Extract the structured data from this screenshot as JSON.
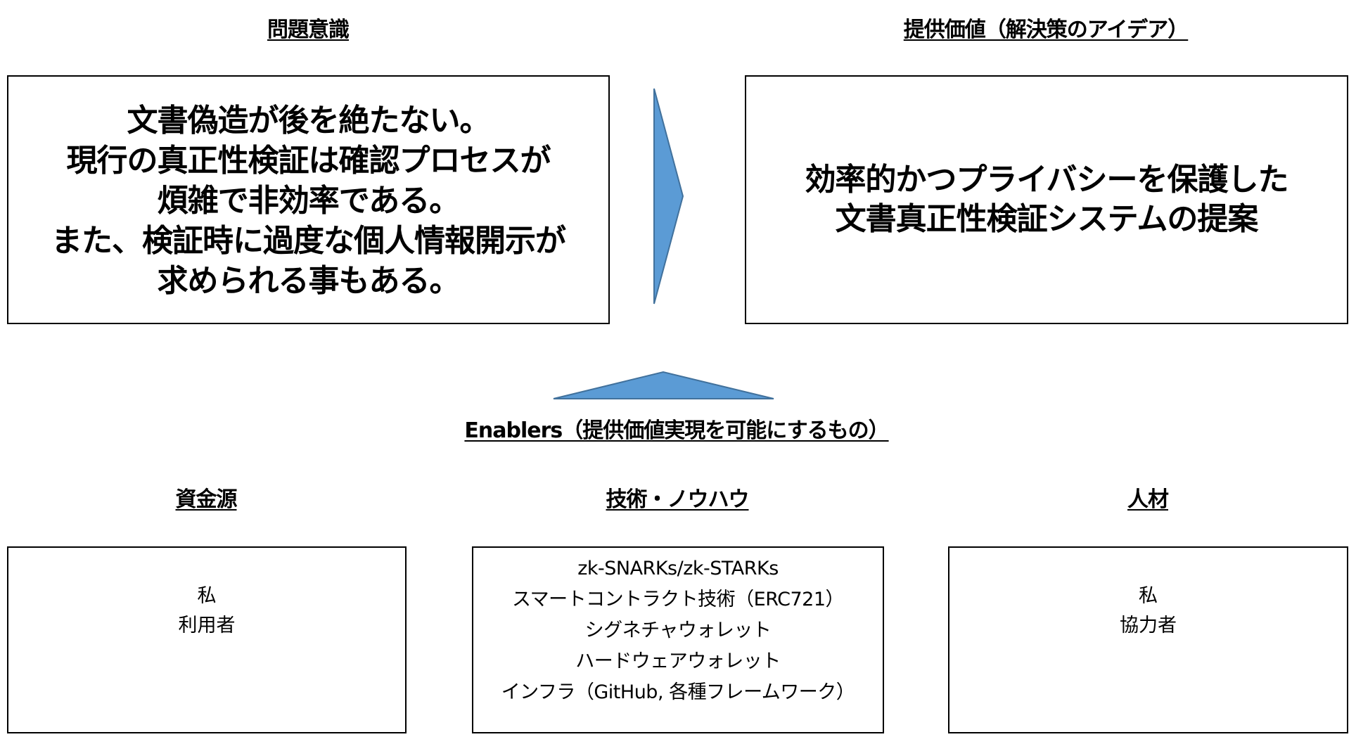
{
  "problem": {
    "heading": "問題意識",
    "lines": [
      "文書偽造が後を絶たない。",
      "現行の真正性検証は確認プロセスが",
      "煩雑で非効率である。",
      "また、検証時に過度な個人情報開示が",
      "求められる事もある。"
    ]
  },
  "value": {
    "heading": "提供価値（解決策のアイデア）",
    "lines": [
      "効率的かつプライバシーを保護した",
      "文書真正性検証システムの提案"
    ]
  },
  "enablers": {
    "heading": "Enablers（提供価値実現を可能にするもの）",
    "funding": {
      "heading": "資金源",
      "items": [
        "私",
        "利用者"
      ]
    },
    "tech": {
      "heading": "技術・ノウハウ",
      "items": [
        "zk-SNARKs/zk-STARKs",
        "スマートコントラクト技術（ERC721）",
        "シグネチャウォレット",
        "ハードウェアウォレット",
        "インフラ（GitHub, 各種フレームワーク）"
      ]
    },
    "people": {
      "heading": "人材",
      "items": [
        "私",
        "協力者"
      ]
    }
  },
  "colors": {
    "arrow_fill": "#5B9BD5",
    "arrow_stroke": "#41719C",
    "border": "#000000",
    "background": "#FFFFFF"
  }
}
